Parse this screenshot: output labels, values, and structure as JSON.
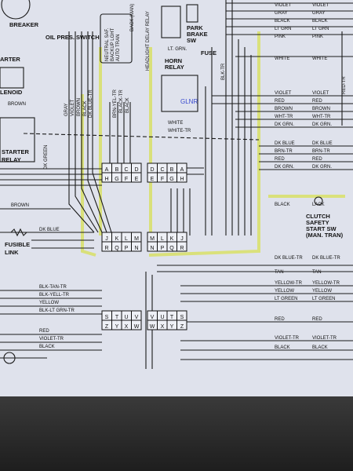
{
  "colors": {
    "paper": "#dfe2ec",
    "wire": "#1a1a1a",
    "highlight": "#d8e055",
    "pen": "#3a4bd0"
  },
  "labels": {
    "breaker": "BREAKER",
    "oil_pres_switch": "OIL PRES. SWITCH",
    "starter_solenoid_1": "ARTER",
    "starter_solenoid_2": "LENOID",
    "brown_top": "BROWN",
    "starter_relay_1": "STARTER",
    "starter_relay_2": "RELAY",
    "dk_green_v": "DK GREEN",
    "brown_left": "BROWN",
    "dk_blue_left": "DK BLUE",
    "fusible_link_1": "FUSIBLE",
    "fusible_link_2": "LINK",
    "gray_v": "GRAY",
    "violet_v": "VIOLET",
    "brown_v": "BROWN",
    "black_v": "BLACK",
    "dk_blue_tr_v": "DK BLUE-TR",
    "neutral_safety": "NEUTRAL SAF.",
    "backup_light": "BACKUP LGHT",
    "auto_tran": "AUTO TRAN",
    "brn_yel_tr": "BRN-YEL-TR",
    "black_tr_v": "BLACK-TR",
    "black_v2": "BLACK",
    "headlight_delay": "HEADLIGHT DELAY RELAY",
    "back_mani": "BACK (MAN)",
    "park_brake_1": "PARK",
    "park_brake_2": "BRAKE",
    "park_brake_3": "SW",
    "lt_grn": "LT. GRN.",
    "fuse": "FUSE",
    "blk_tr_v": "BLK-TR",
    "horn_relay_1": "HORN",
    "horn_relay_2": "RELAY",
    "white_mid": "WHITE",
    "white_tr_mid": "WHITE-TR",
    "clutch_1": "CLUTCH",
    "clutch_2": "SAFETY",
    "clutch_3": "START SW",
    "clutch_4": "(MAN. TRAN)",
    "handwritten_note": "GLNR",
    "red_tr_v": "RED-TR",
    "blk_tan_tr": "BLK-TAN-TR",
    "blk_yell_tr": "BLK-YELL-TR",
    "yellow_left": "YELLOW",
    "blk_lt_grn_tr": "BLK-LT GRN-TR",
    "red_left": "RED",
    "violet_tr_left": "VIOLET-TR",
    "black_left": "BLACK"
  },
  "right_labels": [
    {
      "l": "VIOLET",
      "r": "VIOLET"
    },
    {
      "l": "GRAY",
      "r": "GRAY"
    },
    {
      "l": "BLACK",
      "r": "BLACK"
    },
    {
      "l": "LT GRN",
      "r": "LT GRN"
    },
    {
      "l": "PINK",
      "r": "PINK"
    },
    {
      "l": "WHITE",
      "r": "WHITE"
    },
    {
      "l": "VIOLET",
      "r": "VIOLET"
    },
    {
      "l": "RED",
      "r": "RED"
    },
    {
      "l": "BROWN",
      "r": "BROWN"
    },
    {
      "l": "WHT-TR",
      "r": "WHT-TR"
    },
    {
      "l": "DK GRN.",
      "r": "DK GRN."
    },
    {
      "l": "DK BLUE",
      "r": "DK BLUE"
    },
    {
      "l": "BRN-TR",
      "r": "BRN-TR"
    },
    {
      "l": "RED",
      "r": "RED"
    },
    {
      "l": "DK GRN.",
      "r": "DK GRN."
    },
    {
      "l": "BLACK",
      "r": "LACK"
    },
    {
      "l": "DK BLUE-TR",
      "r": "DK BLUE-TR"
    },
    {
      "l": "TAN",
      "r": "TAN"
    },
    {
      "l": "YELLOW-TR",
      "r": "YELLOW-TR"
    },
    {
      "l": "YELLOW",
      "r": "YELLOW"
    },
    {
      "l": "LT GREEN",
      "r": "LT GREEN"
    },
    {
      "l": "RED",
      "r": "RED"
    },
    {
      "l": "VIOLET-TR",
      "r": "VIOLET-TR"
    },
    {
      "l": "BLACK",
      "r": "BLACK"
    }
  ],
  "connectors": [
    {
      "id": "c1",
      "pins": [
        "A",
        "B",
        "C",
        "D",
        "H",
        "G",
        "F",
        "E"
      ]
    },
    {
      "id": "c2",
      "pins": [
        "D",
        "C",
        "B",
        "A",
        "E",
        "F",
        "G",
        "H"
      ]
    },
    {
      "id": "c3",
      "pins": [
        "J",
        "K",
        "L",
        "M",
        "R",
        "Q",
        "P",
        "N"
      ]
    },
    {
      "id": "c4",
      "pins": [
        "M",
        "L",
        "K",
        "J",
        "N",
        "P",
        "Q",
        "R"
      ]
    },
    {
      "id": "c5",
      "pins": [
        "S",
        "T",
        "U",
        "V",
        "Z",
        "Y",
        "X",
        "W"
      ]
    },
    {
      "id": "c6",
      "pins": [
        "V",
        "U",
        "T",
        "S",
        "W",
        "X",
        "Y",
        "Z"
      ]
    }
  ]
}
